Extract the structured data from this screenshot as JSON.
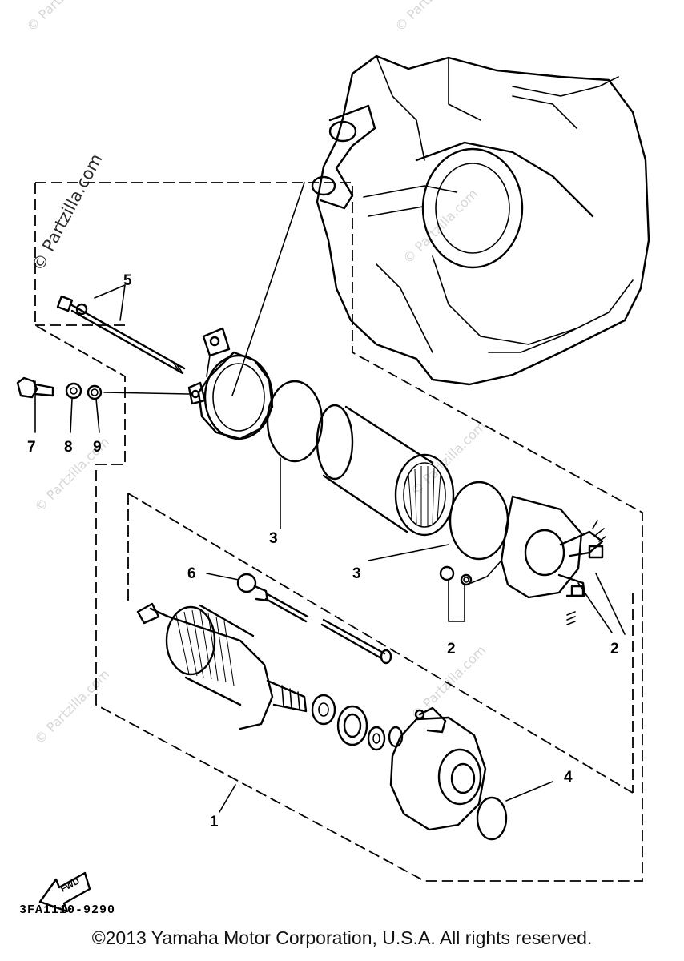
{
  "watermark": {
    "primary": "© Partzilla.com",
    "repeat": "© Partzilla.com"
  },
  "callouts": {
    "c1": "1",
    "c2a": "2",
    "c2b": "2",
    "c3a": "3",
    "c3b": "3",
    "c4": "4",
    "c5": "5",
    "c6": "6",
    "c7": "7",
    "c8": "8",
    "c9": "9"
  },
  "direction_marker": "FWD",
  "diagram_code": "3FA1110-9290",
  "copyright": "©2013 Yamaha Motor Corporation, U.S.A. All rights reserved."
}
